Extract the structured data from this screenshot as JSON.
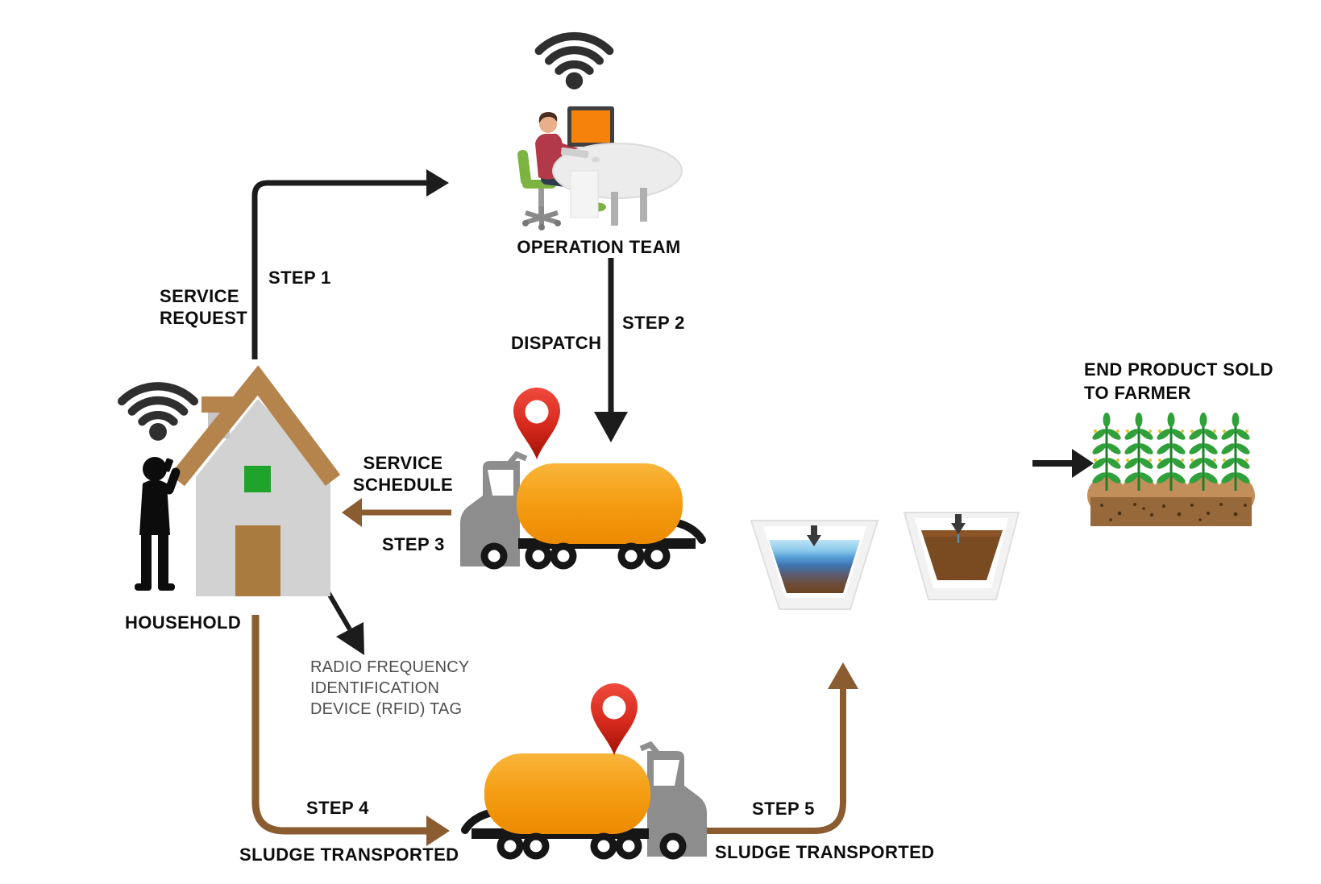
{
  "nodes": {
    "operation_team": {
      "label": "OPERATION TEAM"
    },
    "household": {
      "label": "HOUSEHOLD"
    },
    "rfid_tag": {
      "line1": "RADIO FREQUENCY",
      "line2": "IDENTIFICATION",
      "line3": "DEVICE (RFID) TAG"
    },
    "end_product": {
      "line1": "END PRODUCT SOLD",
      "line2": "TO FARMER"
    }
  },
  "steps": {
    "step1": {
      "label": "STEP 1",
      "caption_line1": "SERVICE",
      "caption_line2": "REQUEST"
    },
    "step2": {
      "label": "STEP 2",
      "caption": "DISPATCH"
    },
    "step3": {
      "label": "STEP 3",
      "caption_line1": "SERVICE",
      "caption_line2": "SCHEDULE"
    },
    "step4": {
      "label": "STEP 4",
      "caption": "SLUDGE TRANSPORTED"
    },
    "step5": {
      "label": "STEP 5",
      "caption": "SLUDGE TRANSPORTED"
    }
  },
  "icons": {
    "operation_team_connectivity": "wifi-icon",
    "household_connectivity": "wifi-icon",
    "dispatch_truck_tracker": "location-pin-icon",
    "collection_truck_tracker": "location-pin-icon"
  },
  "colors": {
    "arrow_black": "#1c1c1c",
    "arrow_brown": "#8a5c30",
    "rfid_tag_green": "#1fa32a",
    "tanker_orange": "#f59d13",
    "pin_red": "#d6281c",
    "house_wall_gray": "#d2d2d2",
    "wood_brown": "#b5834c",
    "water_blue": "#58a0d8",
    "sludge_brown": "#7a4a21",
    "crop_green": "#2fa03a",
    "text_black": "#0d0d0d",
    "text_gray": "#4f4f4f"
  }
}
